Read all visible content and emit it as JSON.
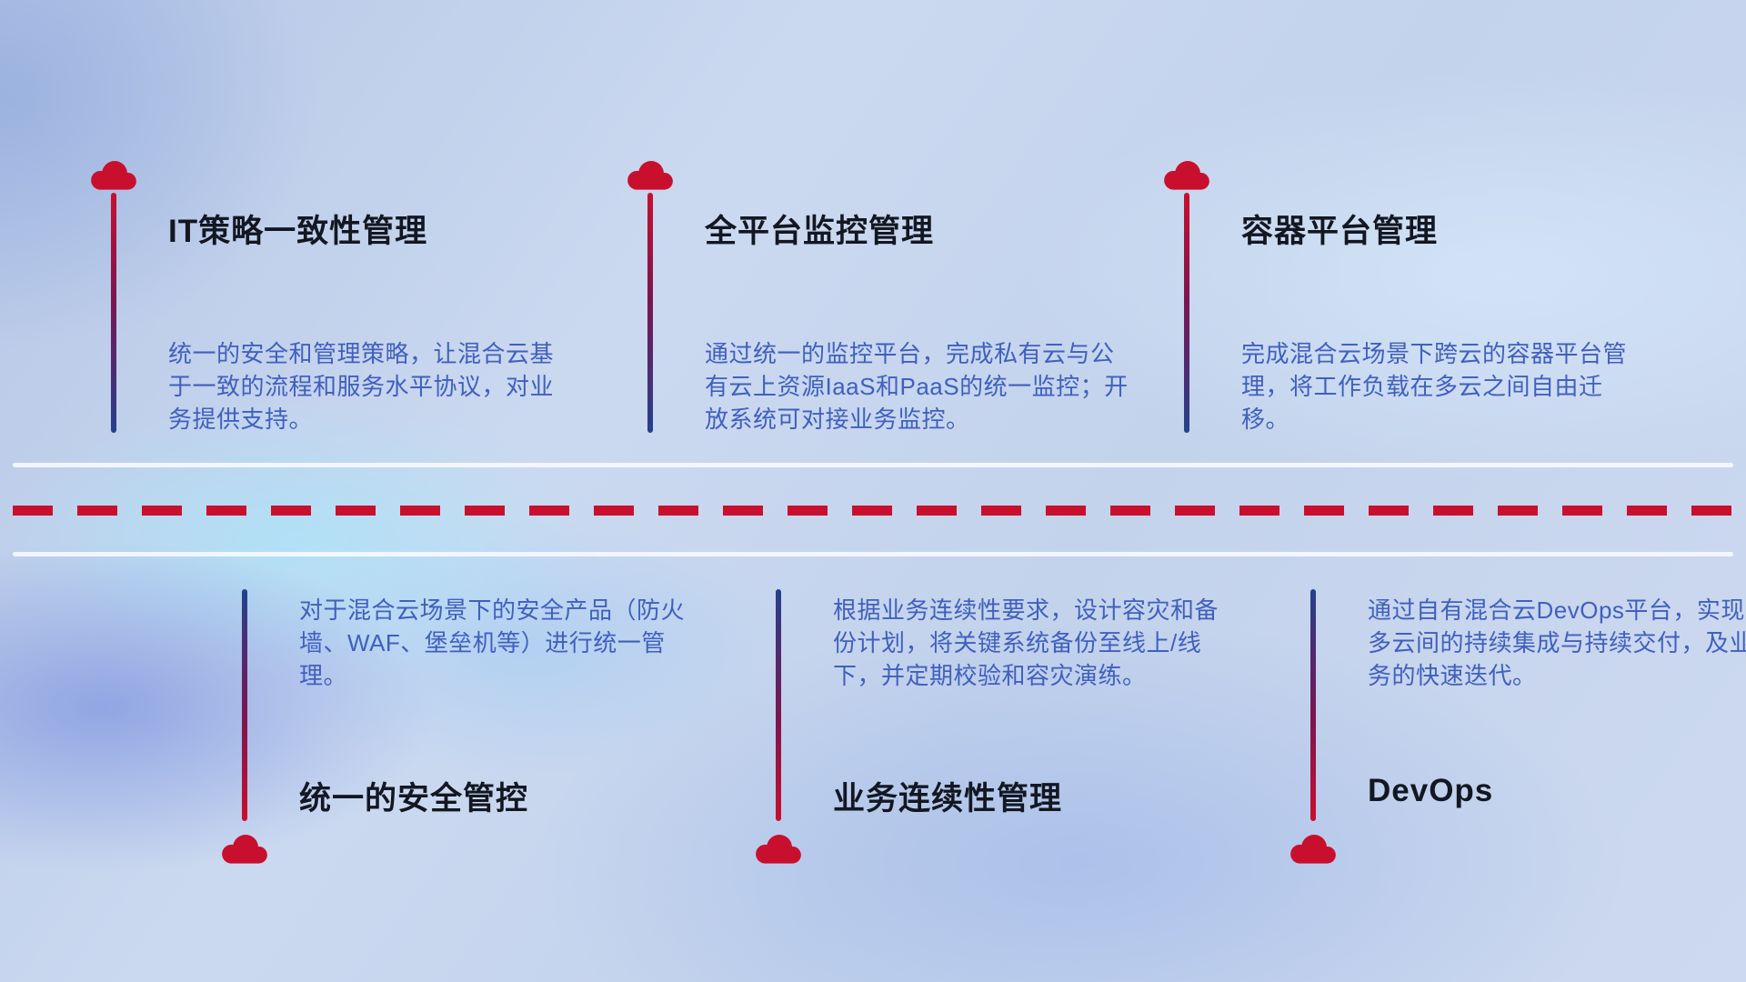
{
  "colors": {
    "accent_red": "#c8102e",
    "accent_blue": "#24418e",
    "title_text": "#121722",
    "description_text": "#4160bd",
    "divider_solid": "#f6f9fd"
  },
  "items": [
    {
      "title": "IT策略一致性管理",
      "description": "统一的安全和管理策略，让混合云基于一致的流程和服务水平协议，对业务提供支持。"
    },
    {
      "title": "全平台监控管理",
      "description": "通过统一的监控平台，完成私有云与公有云上资源IaaS和PaaS的统一监控；开放系统可对接业务监控。"
    },
    {
      "title": "容器平台管理",
      "description": "完成混合云场景下跨云的容器平台管理，将工作负载在多云之间自由迁移。"
    },
    {
      "title": "统一的安全管控",
      "description": "对于混合云场景下的安全产品（防火墙、WAF、堡垒机等）进行统一管理。"
    },
    {
      "title": "业务连续性管理",
      "description": "根据业务连续性要求，设计容灾和备份计划，将关键系统备份至线上/线下，并定期校验和容灾演练。"
    },
    {
      "title": "DevOps",
      "description": "通过自有混合云DevOps平台，实现多云间的持续集成与持续交付，及业务的快速迭代。"
    }
  ]
}
